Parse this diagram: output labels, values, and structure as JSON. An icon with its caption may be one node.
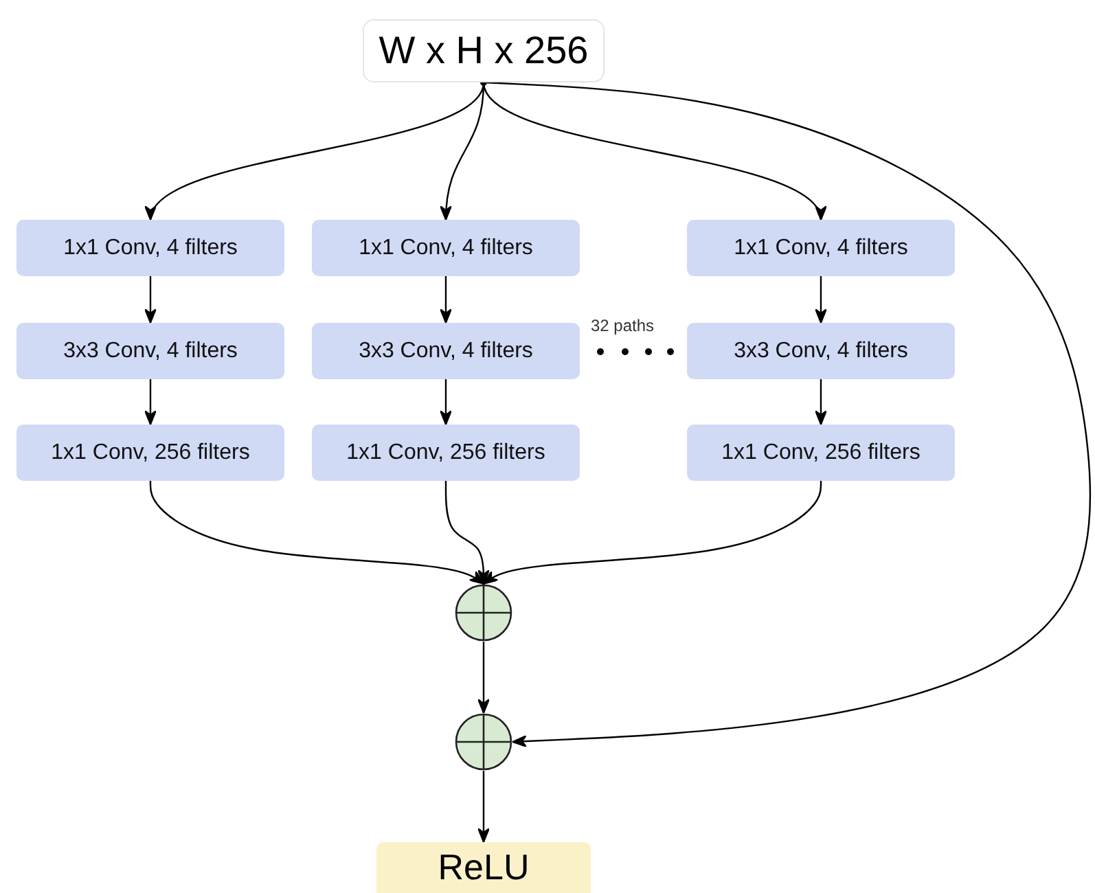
{
  "diagram": {
    "nodes": [
      {
        "text": [
          "W x H x 256"
        ]
      },
      {
        "text": [
          "1x1 Conv, 4 filters"
        ]
      },
      {
        "text": [
          "1x1 Conv, 4 filters"
        ]
      },
      {
        "text": [
          "1x1 Conv, 4 filters"
        ]
      },
      {
        "text": [
          "3x3 Conv, 4 filters"
        ]
      },
      {
        "text": [
          "3x3 Conv, 4 filters"
        ]
      },
      {
        "text": [
          "3x3 Conv, 4 filters"
        ]
      },
      {
        "text": [
          "1x1 Conv, 256 filters"
        ]
      },
      {
        "text": [
          "1x1 Conv, 256 filters"
        ]
      },
      {
        "text": [
          "1x1 Conv, 256 filters"
        ]
      },
      {
        "text": [],
        "shape": "circle"
      },
      {
        "text": [],
        "shape": "circle"
      },
      {
        "text": [
          "ReLU"
        ]
      }
    ],
    "edges": [
      {
        "from": 0,
        "to": 1,
        "arrow": "to"
      },
      {
        "from": 0,
        "to": 2,
        "arrow": "to"
      },
      {
        "from": 0,
        "to": 3,
        "arrow": "to"
      },
      {
        "from": 1,
        "to": 4,
        "arrow": "to"
      },
      {
        "from": 2,
        "to": 5,
        "arrow": "to"
      },
      {
        "from": 3,
        "to": 6,
        "arrow": "to"
      },
      {
        "from": 4,
        "to": 7,
        "arrow": "to"
      },
      {
        "from": 5,
        "to": 8,
        "arrow": "to"
      },
      {
        "from": 6,
        "to": 9,
        "arrow": "to"
      },
      {
        "from": 7,
        "to": 10,
        "arrow": "to"
      },
      {
        "from": 8,
        "to": 10,
        "arrow": "to"
      },
      {
        "from": 9,
        "to": 10,
        "arrow": "to"
      },
      {
        "from": 10,
        "to": 11,
        "arrow": "to"
      },
      {
        "from": 0,
        "to": 11,
        "arrow": "to"
      },
      {
        "from": 11,
        "to": 12,
        "arrow": "to"
      }
    ],
    "labels": [
      "32 paths"
    ]
  }
}
